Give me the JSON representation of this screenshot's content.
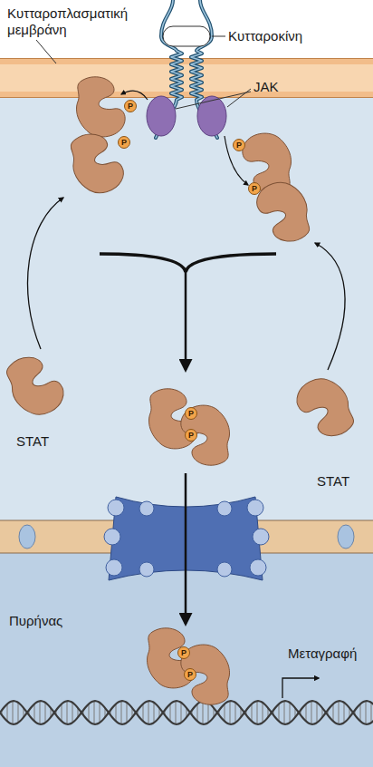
{
  "diagram": {
    "nodes": [
      {
        "text": [
          "P"
        ]
      },
      {
        "text": [
          "P"
        ]
      },
      {
        "text": [
          "P"
        ]
      },
      {
        "text": [
          "P"
        ]
      },
      {
        "text": [
          "P"
        ]
      },
      {
        "text": [
          "P"
        ]
      },
      {
        "text": [
          "P"
        ]
      },
      {
        "text": [
          "P"
        ]
      }
    ],
    "labels": [
      "Κυτταροπλασματική μεμβράνη",
      "Κυτταροκίνη",
      "JAK",
      "STAT",
      "STAT",
      "Πυρήνας",
      "Μεταγραφή"
    ]
  }
}
